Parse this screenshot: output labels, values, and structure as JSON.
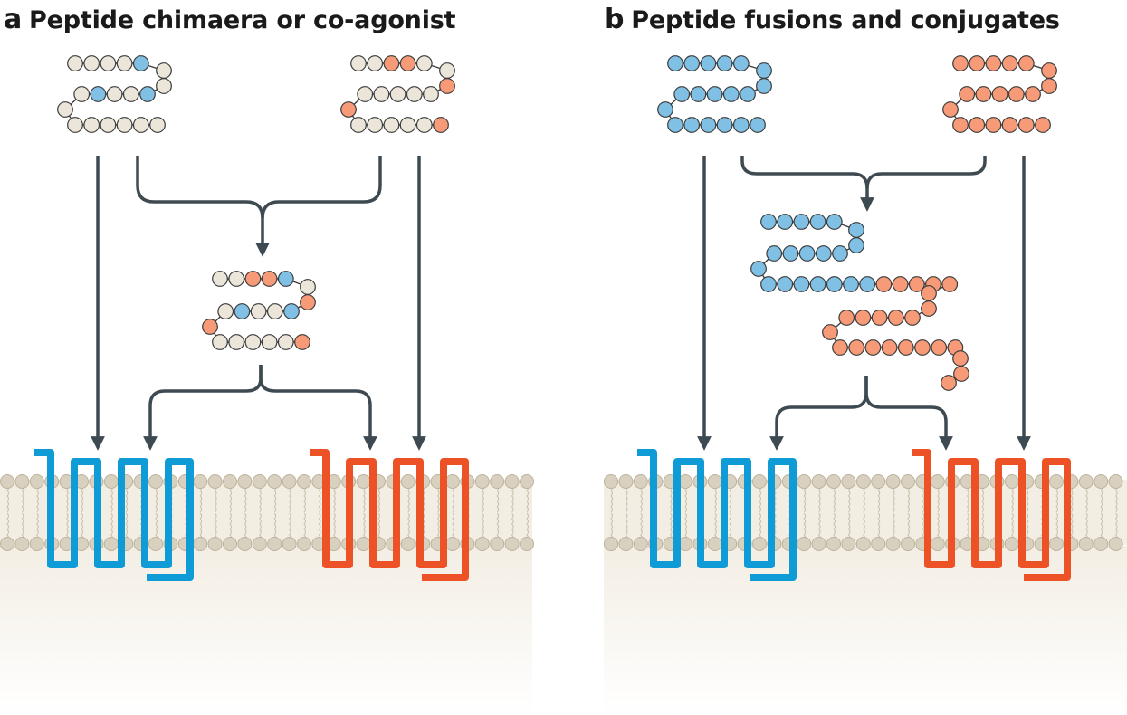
{
  "panels": {
    "a": {
      "letter": "a",
      "title": "Peptide chimaera or co-agonist"
    },
    "b": {
      "letter": "b",
      "title": "Peptide fusions and conjugates"
    }
  },
  "colors": {
    "beige_bead": "#ece6da",
    "blue_bead": "#7fc0e4",
    "orange_bead": "#f79a78",
    "bead_stroke": "#3c3c3c",
    "arrow": "#3d4a52",
    "receptor_blue": "#0f9bd6",
    "receptor_orange": "#ed5227",
    "membrane_head": "#d9d1bf",
    "membrane_bg": "#f3eee4",
    "cytoplasm": "#f6f2ea"
  },
  "icons": [
    "peptide-chain",
    "gpcr-receptor",
    "lipid-bilayer",
    "arrow"
  ]
}
